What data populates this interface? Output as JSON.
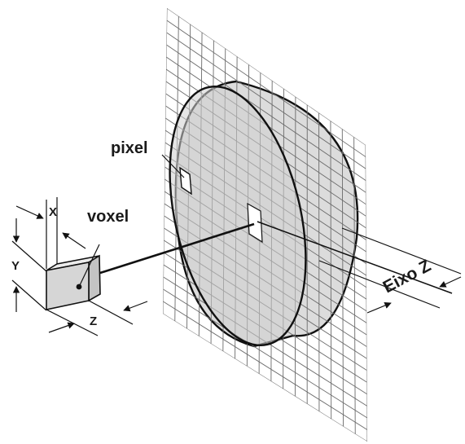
{
  "labels": {
    "pixel": "pixel",
    "voxel": "voxel",
    "x": "X",
    "y": "Y",
    "z": "Z",
    "axis": "Eixo Z"
  },
  "colors": {
    "grid": "#6b6b6b",
    "disk_fill": "#dcdcdc",
    "outline": "#111111",
    "cube_front": "#d6d6d6",
    "cube_top": "#ececec",
    "cube_side": "#c4c4c4"
  }
}
